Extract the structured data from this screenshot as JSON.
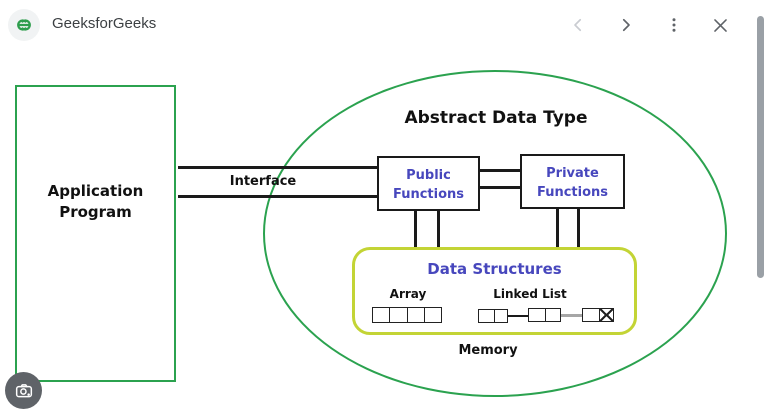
{
  "header": {
    "title": "GeeksforGeeks",
    "icons": {
      "logo": "geeksforgeeks-logo",
      "back": "chevron-left-icon",
      "forward": "chevron-right-icon",
      "menu": "kebab-menu-icon",
      "close": "close-icon"
    }
  },
  "diagram": {
    "application_program": {
      "line1": "Application",
      "line2": "Program"
    },
    "interface_label": "Interface",
    "adt_title": "Abstract Data Type",
    "public_functions": {
      "line1": "Public",
      "line2": "Functions"
    },
    "private_functions": {
      "line1": "Private",
      "line2": "Functions"
    },
    "data_structures_title": "Data Structures",
    "array_label": "Array",
    "linked_list_label": "Linked List",
    "memory_label": "Memory"
  },
  "tools": {
    "camera_button_icon": "camera-lens-icon"
  },
  "colors": {
    "green": "#2ba24f",
    "yellow_green": "#c3d435",
    "blue": "#4747bd",
    "line_black": "#1a1a1a",
    "icon_gray": "#5f6368",
    "disabled_gray": "#c9ccd1",
    "scrollbar_gray": "#9aa0a6"
  }
}
